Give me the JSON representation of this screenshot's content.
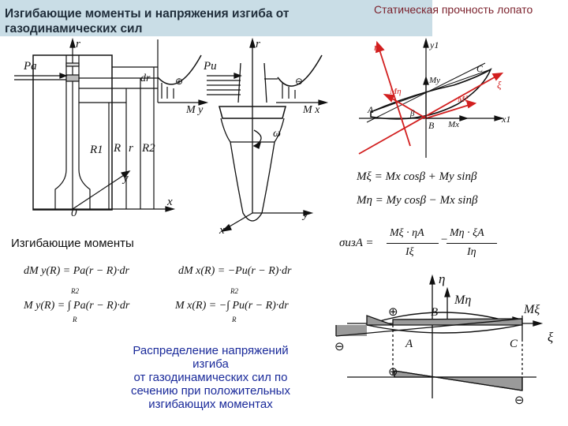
{
  "header": {
    "title": "Изгибающие моменты и напряжения изгиба от газодинамических сил",
    "right_title": "Статическая прочность лопато"
  },
  "left_figure": {
    "labels": {
      "Pa": "Pa",
      "dr": "dr",
      "R1": "R1",
      "R": "R",
      "r": "r",
      "R2": "R2",
      "r_top": "r",
      "y": "y",
      "x": "x",
      "zero": "0",
      "plus": "⊕"
    },
    "moment_label": "M y",
    "caption": "Изгибающие моменты"
  },
  "middle_figure": {
    "labels": {
      "Pu": "Pu",
      "r_top": "r",
      "omega": "ω",
      "y": "y",
      "x": "x",
      "minus": "⊖"
    },
    "moment_label": "M x"
  },
  "formulas": {
    "dMy": "dM y(R) = Pa(r − R)·dr",
    "dMx": "dM x(R) = −Pu(r − R)·dr",
    "My": "M y(R) = ∫ Pa(r − R)·dr",
    "Mx": "M x(R) = −∫ Pu(r − R)·dr",
    "int_upper": "R2",
    "int_lower": "R",
    "M_xi": "Mξ = Mx cosβ + My sinβ",
    "M_eta": "Mη = My cosβ − Mx sinβ",
    "sigma": "σизA =",
    "sigma_t1_num": "Mξ · ηA",
    "sigma_t1_den": "Iξ",
    "sigma_t2_num": "Mη · ξA",
    "sigma_t2_den": "Iη"
  },
  "section_figure": {
    "labels": {
      "eta": "η",
      "xi": "ξ",
      "A": "A",
      "B": "B",
      "C": "C",
      "y1": "y1",
      "x1": "x1",
      "Mx": "Mx",
      "My": "My",
      "Meta": "Mη",
      "Mxi": "Mξ",
      "beta": "β"
    }
  },
  "stress_figure": {
    "labels": {
      "eta": "η",
      "Meta": "Mη",
      "Mxi": "Mξ",
      "xi": "ξ",
      "A": "A",
      "B": "B",
      "C": "C",
      "plus1": "⊕",
      "minus1": "⊖",
      "plus2": "⊕",
      "minus2": "⊖"
    }
  },
  "caption_bottom": "Распределение напряжений изгиба от газодинамических сил по сечению при положительных изгибающих моментах",
  "caption_bottom_lines": [
    "Распределение напряжений",
    "изгиба",
    "от газодинамических сил по",
    "сечению при положительных",
    "изгибающих моментах"
  ],
  "colors": {
    "title_bg": "#c9dde6",
    "accent_red": "#d21f1f",
    "caption_blue": "#1a2a9a",
    "fill_gray": "#9a9a9a"
  }
}
